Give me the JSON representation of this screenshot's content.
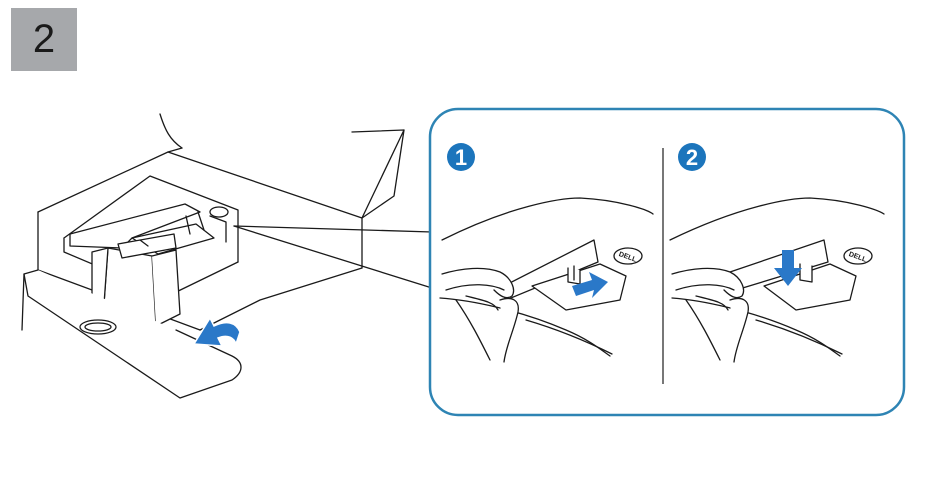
{
  "step_number": "2",
  "substeps": [
    {
      "label": "1"
    },
    {
      "label": "2"
    }
  ],
  "logo_text": "DELL",
  "colors": {
    "step_badge_bg": "#a6a8ab",
    "callout_border": "#2e84b4",
    "substep_circle": "#1c75bc",
    "arrow_blue": "#2a78c8",
    "line": "#1a1a1a"
  },
  "icons": [
    "curved-rotate-arrow",
    "right-push-arrow",
    "down-push-arrow"
  ]
}
